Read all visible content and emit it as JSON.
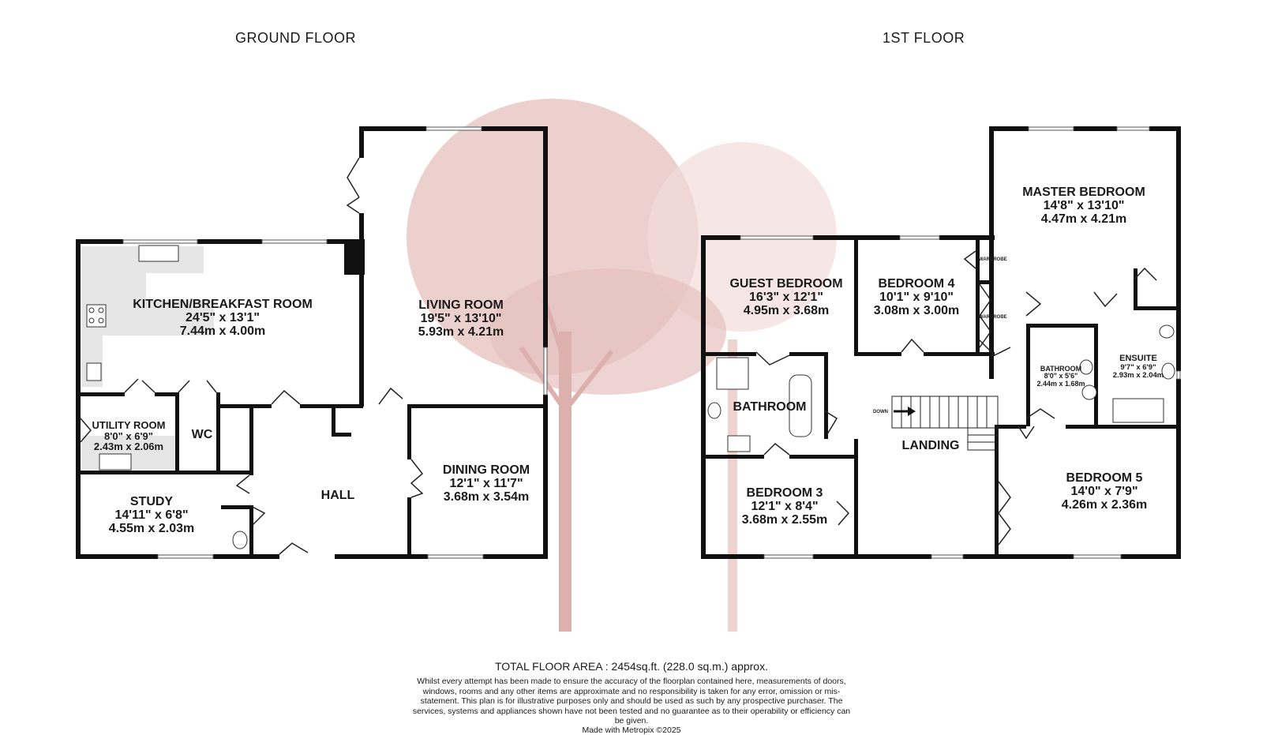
{
  "floors": [
    {
      "title": "GROUND FLOOR",
      "rooms": [
        {
          "name": "KITCHEN/BREAKFAST ROOM",
          "imperial": "24'5\" x 13'1\"",
          "metric": "7.44m x 4.00m"
        },
        {
          "name": "LIVING ROOM",
          "imperial": "19'5\" x 13'10\"",
          "metric": "5.93m x 4.21m"
        },
        {
          "name": "UTILITY ROOM",
          "imperial": "8'0\" x 6'9\"",
          "metric": "2.43m x 2.06m"
        },
        {
          "name": "WC",
          "imperial": "",
          "metric": ""
        },
        {
          "name": "HALL",
          "imperial": "",
          "metric": ""
        },
        {
          "name": "DINING ROOM",
          "imperial": "12'1\" x 11'7\"",
          "metric": "3.68m x 3.54m"
        },
        {
          "name": "STUDY",
          "imperial": "14'11\" x 6'8\"",
          "metric": "4.55m x 2.03m"
        }
      ]
    },
    {
      "title": "1ST FLOOR",
      "rooms": [
        {
          "name": "GUEST BEDROOM",
          "imperial": "16'3\" x 12'1\"",
          "metric": "4.95m x 3.68m"
        },
        {
          "name": "BEDROOM 4",
          "imperial": "10'1\" x 9'10\"",
          "metric": "3.08m x 3.00m"
        },
        {
          "name": "MASTER BEDROOM",
          "imperial": "14'8\" x 13'10\"",
          "metric": "4.47m x 4.21m"
        },
        {
          "name": "BATHROOM",
          "imperial": "",
          "metric": ""
        },
        {
          "name": "LANDING",
          "imperial": "",
          "metric": ""
        },
        {
          "name": "BATHROOM",
          "imperial": "8'0\" x 5'6\"",
          "metric": "2.44m x 1.68m"
        },
        {
          "name": "ENSUITE",
          "imperial": "9'7\" x 6'9\"",
          "metric": "2.93m x 2.04m"
        },
        {
          "name": "BEDROOM 3",
          "imperial": "12'1\" x 8'4\"",
          "metric": "3.68m x 2.55m"
        },
        {
          "name": "BEDROOM 5",
          "imperial": "14'0\" x 7'9\"",
          "metric": "4.26m x 2.36m"
        }
      ],
      "labels": {
        "wardrobe_1": "WARDROBE",
        "wardrobe_2": "WARDROBE",
        "stairs": "DOWN"
      }
    }
  ],
  "footer": {
    "total": "TOTAL FLOOR AREA : 2454sq.ft. (228.0 sq.m.) approx.",
    "disclaimer": "Whilst every attempt has been made to ensure the accuracy of the floorplan contained here, measurements of doors, windows, rooms and any other items are approximate and no responsibility is taken for any error, omission or mis-statement. This plan is for illustrative purposes only and should be used as such by any prospective purchaser. The services, systems and appliances shown have not been tested and no guarantee as to their operability or efficiency can be given.",
    "made_with": "Made with Metropix ©2025"
  },
  "colors": {
    "wall": "#111111",
    "tree": "#d9a8a5",
    "tree_light": "#f2dcda",
    "floor_shade": "#e6e6e6"
  }
}
